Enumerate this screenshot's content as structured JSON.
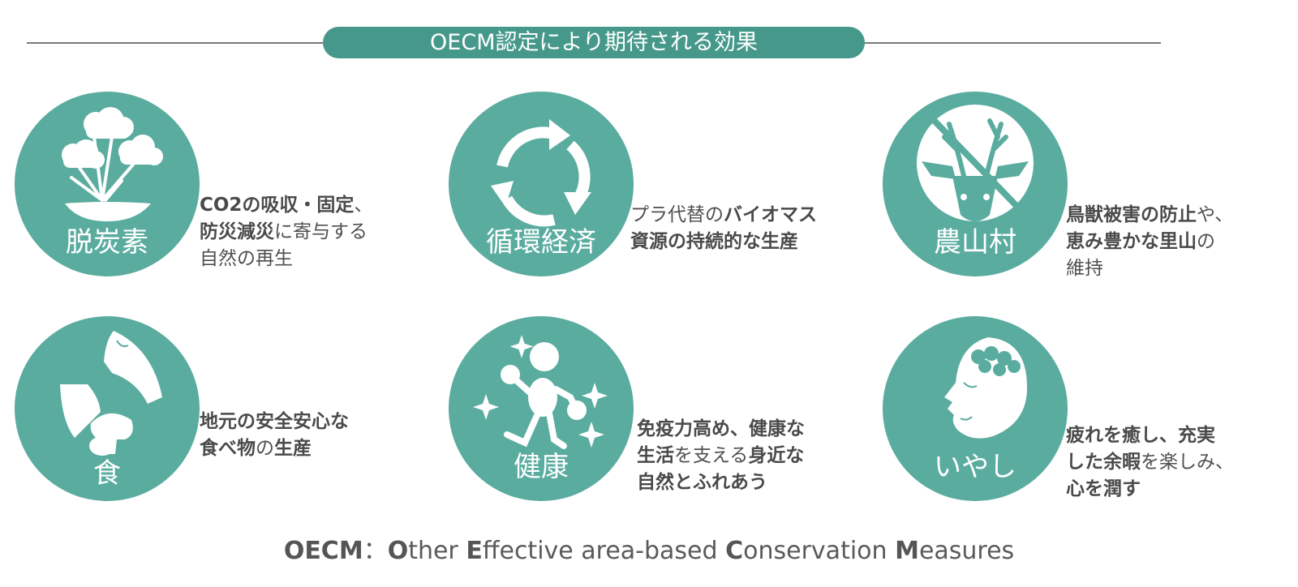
{
  "header": {
    "title": "OECM認定により期待される効果"
  },
  "colors": {
    "circle_fill": "#5aac9f",
    "title_pill": "#46998a",
    "rule": "#7a7a7a",
    "text": "#505050"
  },
  "items": [
    {
      "label": "脱炭素",
      "icon": "tree-icon",
      "desc_lines": [
        [
          {
            "t": "CO2の吸収・固定",
            "b": true
          },
          {
            "t": "、",
            "b": false
          }
        ],
        [
          {
            "t": "防災減災",
            "b": true
          },
          {
            "t": "に寄与する",
            "b": false
          }
        ],
        [
          {
            "t": "自然の再生",
            "b": false
          }
        ]
      ]
    },
    {
      "label": "循環経済",
      "icon": "recycle-arrows-icon",
      "desc_lines": [
        [
          {
            "t": "プラ代替の",
            "b": false
          },
          {
            "t": "バイオマス",
            "b": true
          }
        ],
        [
          {
            "t": "資源の持続的な生産",
            "b": true
          }
        ]
      ]
    },
    {
      "label": "農山村",
      "icon": "no-deer-icon",
      "desc_lines": [
        [
          {
            "t": "鳥獣被害の防止",
            "b": true
          },
          {
            "t": "や、",
            "b": false
          }
        ],
        [
          {
            "t": "恵み豊かな里山",
            "b": true
          },
          {
            "t": "の",
            "b": false
          }
        ],
        [
          {
            "t": "維持",
            "b": false
          }
        ]
      ]
    },
    {
      "label": "食",
      "icon": "food-icon",
      "desc_lines": [
        [
          {
            "t": "地元の安全安心な",
            "b": true
          }
        ],
        [
          {
            "t": "食べ物",
            "b": true
          },
          {
            "t": "の",
            "b": false
          },
          {
            "t": "生産",
            "b": true
          }
        ]
      ]
    },
    {
      "label": "健康",
      "icon": "running-person-icon",
      "desc_lines": [
        [
          {
            "t": "免疫力高め、健康な",
            "b": true
          }
        ],
        [
          {
            "t": "生活",
            "b": true
          },
          {
            "t": "を支える",
            "b": false
          },
          {
            "t": "身近な",
            "b": true
          }
        ],
        [
          {
            "t": "自然とふれあう",
            "b": true
          }
        ]
      ]
    },
    {
      "label": "いやし",
      "icon": "relaxed-head-icon",
      "desc_lines": [
        [
          {
            "t": "疲れを癒し、充実",
            "b": true
          }
        ],
        [
          {
            "t": "した余暇",
            "b": true
          },
          {
            "t": "を楽しみ、",
            "b": false
          }
        ],
        [
          {
            "t": "心を潤す",
            "b": true
          }
        ]
      ]
    }
  ],
  "footer": {
    "parts": [
      {
        "t": "OECM",
        "b": true
      },
      {
        "t": "：",
        "b": false
      },
      {
        "t": "O",
        "b": true
      },
      {
        "t": "ther ",
        "b": false
      },
      {
        "t": "E",
        "b": true
      },
      {
        "t": "ffective area-based ",
        "b": false
      },
      {
        "t": "C",
        "b": true
      },
      {
        "t": "onservation ",
        "b": false
      },
      {
        "t": "M",
        "b": true
      },
      {
        "t": "easures",
        "b": false
      }
    ]
  }
}
